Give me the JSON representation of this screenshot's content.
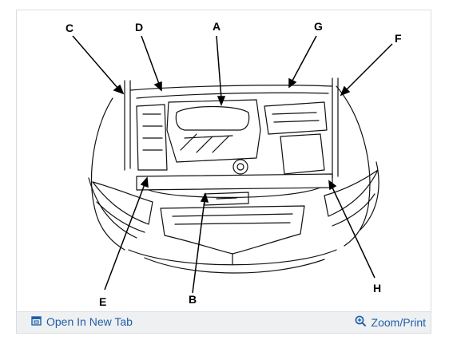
{
  "diagram": {
    "callouts": {
      "a": "A",
      "b": "B",
      "c": "C",
      "d": "D",
      "e": "E",
      "f": "F",
      "g": "G",
      "h": "H"
    }
  },
  "toolbar": {
    "open_tab_label": "Open In New Tab",
    "open_tab_icon": "open-in-new-tab-icon",
    "zoom_label": "Zoom/Print",
    "zoom_icon": "zoom-in-icon",
    "link_color": "#1f5fa8",
    "background_color": "#eef0f2"
  }
}
